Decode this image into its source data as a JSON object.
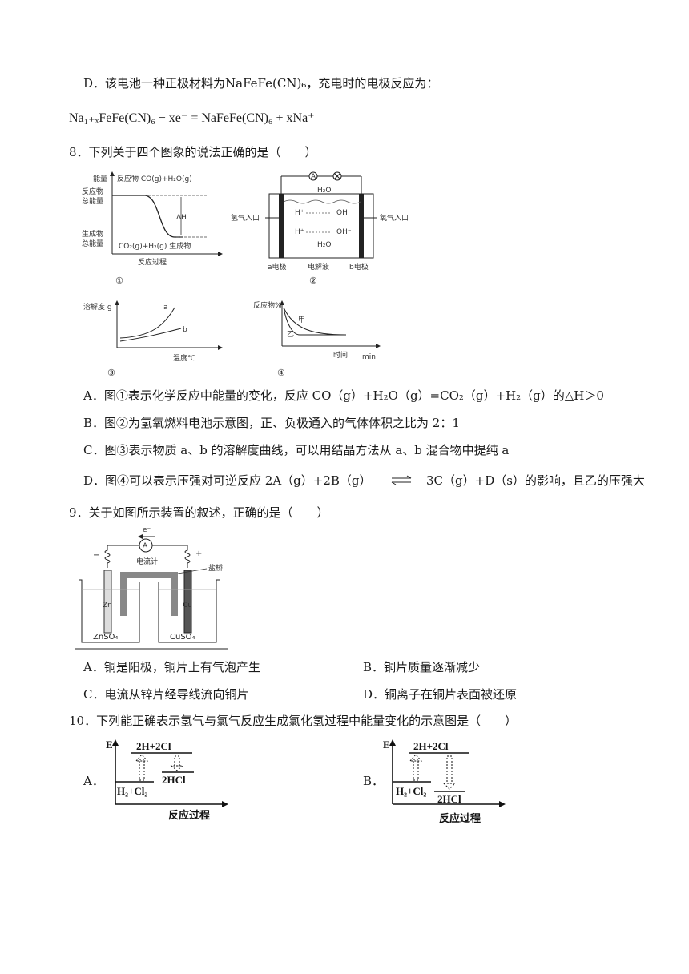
{
  "q7": {
    "optD_line1": "D．该电池一种正极材料为NaFeFe(CN)₆，充电时的电极反应为：",
    "optD_line2": "Na₁₊ₓFeFe(CN)₆ − xe⁻ = NaFeFe(CN)₆ + xNa⁺"
  },
  "q8": {
    "stem": "8．下列关于四个图象的说法正确的是（　　）",
    "fig1": {
      "ylabel": "能量",
      "reactant_label": "反应物 CO(g)+H₂O(g)",
      "reactant_energy": "反应物总能量",
      "reactant_energy_l1": "反应物",
      "reactant_energy_l2": "总能量",
      "product_energy_l1": "生成物",
      "product_energy_l2": "总能量",
      "product_label": "CO₂(g)+H₂(g) 生成物",
      "dh": "ΔH",
      "xlabel": "反应过程",
      "num": "①"
    },
    "fig2": {
      "left_inlet": "氢气入口",
      "right_inlet": "氧气入口",
      "meter_a": "A",
      "water_top": "H₂O",
      "water_bottom": "H₂O",
      "h_plus_1": "H⁺",
      "h_plus_2": "H⁺",
      "oh_1": "OH⁻",
      "oh_2": "OH⁻",
      "a_electrode": "a电极",
      "electrolyte": "电解液",
      "b_electrode": "b电极",
      "num": "②"
    },
    "fig3": {
      "ylabel": "溶解度 g",
      "curve_a": "a",
      "curve_b": "b",
      "xlabel": "温度℃",
      "num": "③"
    },
    "fig4": {
      "ylabel": "反应物%",
      "curve_jia": "甲",
      "curve_yi": "乙",
      "xlabel": "时间",
      "xunit": "min",
      "num": "④"
    },
    "options": {
      "A": "A．图①表示化学反应中能量的变化，反应 CO（g）+H₂O（g）=CO₂（g）+H₂（g）的△H＞0",
      "B": "B．图②为氢氧燃料电池示意图，正、负极通入的气体体积之比为 2：1",
      "C": "C．图③表示物质 a、b 的溶解度曲线，可以用结晶方法从 a、b 混合物中提纯 a",
      "D_part1": "D．图④可以表示压强对可逆反应 2A（g）+2B（g）",
      "D_part2": "3C（g）+D（s）的影响，且乙的压强大"
    }
  },
  "q9": {
    "stem": "9．关于如图所示装置的叙述，正确的是（　　）",
    "fig": {
      "electron": "e⁻",
      "meter": "A",
      "meter_label": "电流计",
      "minus": "−",
      "plus": "+",
      "salt_bridge": "盐桥",
      "zn": "Zn",
      "cu": "Cu",
      "znso4": "ZnSO₄",
      "cuso4": "CuSO₄"
    },
    "options": {
      "A": "A．铜是阳极，铜片上有气泡产生",
      "B": "B．铜片质量逐渐减少",
      "C": "C．电流从锌片经导线流向铜片",
      "D": "D．铜离子在铜片表面被还原"
    }
  },
  "q10": {
    "stem": "10．下列能正确表示氢气与氯气反应生成氯化氢过程中能量变化的示意图是（　　）",
    "optA_letter": "A．",
    "optB_letter": "B．",
    "figA": {
      "axis_e": "E",
      "top": "2H+2Cl",
      "left": "H₂+Cl₂",
      "right": "2HCl",
      "xlabel": "反应过程"
    },
    "figB": {
      "axis_e": "E",
      "top": "2H+2Cl",
      "left": "H₂+Cl₂",
      "right": "2HCl",
      "xlabel": "反应过程"
    }
  }
}
